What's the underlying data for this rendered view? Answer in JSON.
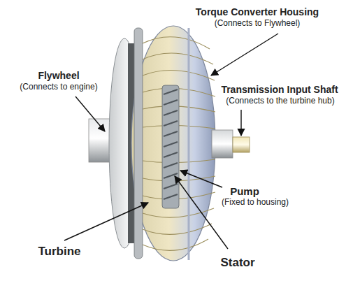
{
  "diagram": {
    "labels": [
      "Torque Converter Housing",
      "(Connects to Flywheel)",
      "Flywheel",
      "(Connects to engine)",
      "Transmission Input Shaft",
      "(Connects to the turbine hub)",
      "Pump",
      "(Fixed to housing)",
      "Turbine",
      "Stator"
    ]
  }
}
